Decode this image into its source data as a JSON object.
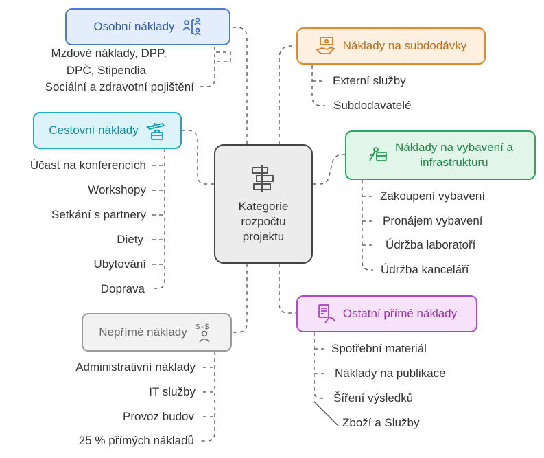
{
  "center": {
    "label_lines": [
      "Kategorie",
      "rozpočtu",
      "projektu"
    ],
    "icon": "signpost-icon"
  },
  "categories": {
    "osobni": {
      "title": "Osobní náklady",
      "icon": "people-org-icon",
      "color": "#4a7bd0",
      "items": [
        "Mzdové náklady, DPP,",
        "DPČ, Stipendia",
        "Sociální a zdravotní pojištění"
      ]
    },
    "subdodavky": {
      "title": "Náklady na subdodávky",
      "icon": "money-hand-icon",
      "color": "#e08a2c",
      "items": [
        "Externí služby",
        "Subdodavatelé"
      ]
    },
    "cestovni": {
      "title": "Cestovní náklady",
      "icon": "plane-briefcase-icon",
      "color": "#1aa6c4",
      "items": [
        "Účast na konferencích",
        "Workshopy",
        "Setkání s partnery",
        "Diety",
        "Ubytování",
        "Doprava"
      ]
    },
    "vybaveni": {
      "title_lines": [
        "Náklady na vybavení a",
        "infrastrukturu"
      ],
      "icon": "tools-icon",
      "color": "#2aa95c",
      "items": [
        "Zakoupení vybavení",
        "Pronájem vybavení",
        "Údržba laboratoří",
        "Údržba kanceláří"
      ]
    },
    "neprime": {
      "title": "Nepřímé náklady",
      "icon": "person-money-icon",
      "color": "#777777",
      "items": [
        "Administrativní náklady",
        "IT služby",
        "Provoz budov",
        "25 % přímých nákladů"
      ]
    },
    "ostatni": {
      "title": "Ostatní přímé náklady",
      "icon": "receipt-hand-icon",
      "color": "#b146c9",
      "items": [
        "Spotřební materiál",
        "Náklady na publikace",
        "Šíření výsledků",
        "Zboží a Služby"
      ]
    }
  }
}
